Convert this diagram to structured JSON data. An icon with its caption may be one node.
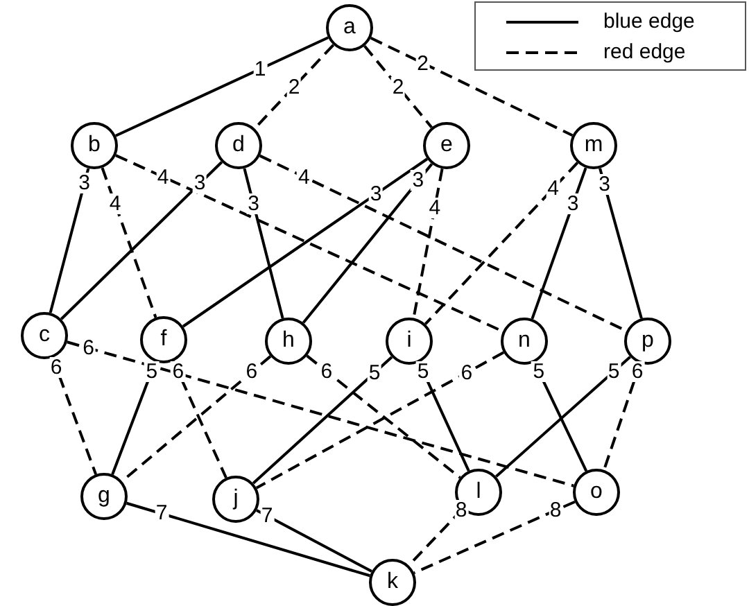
{
  "diagram": {
    "nodes": [
      {
        "text": [
          "a"
        ]
      },
      {
        "text": [
          "b"
        ]
      },
      {
        "text": [
          "d"
        ]
      },
      {
        "text": [
          "e"
        ]
      },
      {
        "text": [
          "m"
        ]
      },
      {
        "text": [
          "c"
        ]
      },
      {
        "text": [
          "f"
        ]
      },
      {
        "text": [
          "h"
        ]
      },
      {
        "text": [
          "i"
        ]
      },
      {
        "text": [
          "n"
        ]
      },
      {
        "text": [
          "p"
        ]
      },
      {
        "text": [
          "g"
        ]
      },
      {
        "text": [
          "j"
        ]
      },
      {
        "text": [
          "l"
        ]
      },
      {
        "text": [
          "o"
        ]
      },
      {
        "text": [
          "k"
        ]
      }
    ],
    "edges": [
      {
        "from": 0,
        "to": 1,
        "arrow": "none",
        "label": "1"
      },
      {
        "from": 0,
        "to": 2,
        "arrow": "none",
        "label": "2",
        "style": "dashed"
      },
      {
        "from": 0,
        "to": 3,
        "arrow": "none",
        "label": "2",
        "style": "dashed"
      },
      {
        "from": 0,
        "to": 4,
        "arrow": "none",
        "label": "2",
        "style": "dashed"
      },
      {
        "from": 1,
        "to": 5,
        "arrow": "none",
        "label": "3"
      },
      {
        "from": 1,
        "to": 6,
        "arrow": "none",
        "label": "4",
        "style": "dashed"
      },
      {
        "from": 1,
        "to": 9,
        "arrow": "none",
        "label": "4",
        "style": "dashed"
      },
      {
        "from": 2,
        "to": 5,
        "arrow": "none",
        "label": "3"
      },
      {
        "from": 2,
        "to": 7,
        "arrow": "none",
        "label": "3"
      },
      {
        "from": 2,
        "to": 10,
        "arrow": "none",
        "label": "4",
        "style": "dashed"
      },
      {
        "from": 3,
        "to": 6,
        "arrow": "none",
        "label": "3"
      },
      {
        "from": 3,
        "to": 7,
        "arrow": "none",
        "label": "3"
      },
      {
        "from": 3,
        "to": 8,
        "arrow": "none",
        "label": "4",
        "style": "dashed"
      },
      {
        "from": 4,
        "to": 8,
        "arrow": "none",
        "label": "4",
        "style": "dashed"
      },
      {
        "from": 4,
        "to": 9,
        "arrow": "none",
        "label": "3"
      },
      {
        "from": 4,
        "to": 10,
        "arrow": "none",
        "label": "3"
      },
      {
        "from": 5,
        "to": 11,
        "arrow": "none",
        "label": "6",
        "style": "dashed"
      },
      {
        "from": 5,
        "to": 14,
        "arrow": "none",
        "label": "6",
        "style": "dashed"
      },
      {
        "from": 6,
        "to": 11,
        "arrow": "none",
        "label": "5"
      },
      {
        "from": 6,
        "to": 12,
        "arrow": "none",
        "label": "6",
        "style": "dashed"
      },
      {
        "from": 7,
        "to": 11,
        "arrow": "none",
        "label": "6",
        "style": "dashed"
      },
      {
        "from": 7,
        "to": 13,
        "arrow": "none",
        "label": "6",
        "style": "dashed"
      },
      {
        "from": 8,
        "to": 12,
        "arrow": "none",
        "label": "5"
      },
      {
        "from": 8,
        "to": 13,
        "arrow": "none",
        "label": "5"
      },
      {
        "from": 9,
        "to": 12,
        "arrow": "none",
        "label": "6",
        "style": "dashed"
      },
      {
        "from": 9,
        "to": 14,
        "arrow": "none",
        "label": "5"
      },
      {
        "from": 10,
        "to": 13,
        "arrow": "none",
        "label": "5"
      },
      {
        "from": 10,
        "to": 14,
        "arrow": "none",
        "label": "6",
        "style": "dashed"
      },
      {
        "from": 11,
        "to": 15,
        "arrow": "none",
        "label": "7"
      },
      {
        "from": 12,
        "to": 15,
        "arrow": "none",
        "label": "7"
      },
      {
        "from": 13,
        "to": 15,
        "arrow": "none",
        "label": "8",
        "style": "dashed"
      },
      {
        "from": 14,
        "to": 15,
        "arrow": "none",
        "label": "8",
        "style": "dashed"
      }
    ],
    "legend": [
      {
        "text": "blue edge"
      },
      {
        "text": "red edge"
      }
    ]
  }
}
